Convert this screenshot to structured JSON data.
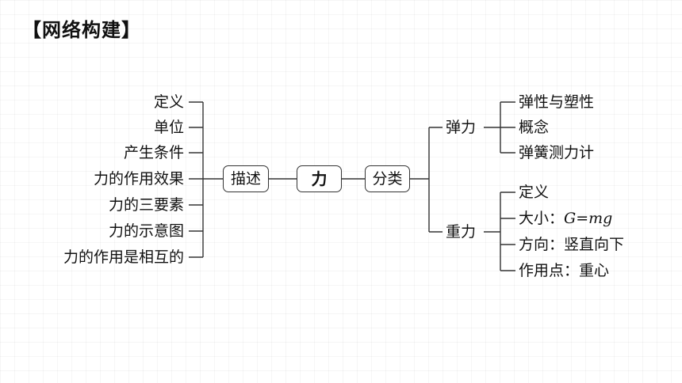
{
  "title": "【网络构建】",
  "center": "力",
  "describe": {
    "label": "描述",
    "items": [
      "定义",
      "单位",
      "产生条件",
      "力的作用效果",
      "力的三要素",
      "力的示意图",
      "力的作用是相互的"
    ]
  },
  "classify": {
    "label": "分类",
    "elastic": {
      "label": "弹力",
      "items": [
        "弹性与塑性",
        "概念",
        "弹簧测力计"
      ]
    },
    "gravity": {
      "label": "重力",
      "items": [
        "定义",
        "大小：",
        "方向：竖直向下",
        "作用点：重心"
      ],
      "formula": "G=mg"
    }
  }
}
